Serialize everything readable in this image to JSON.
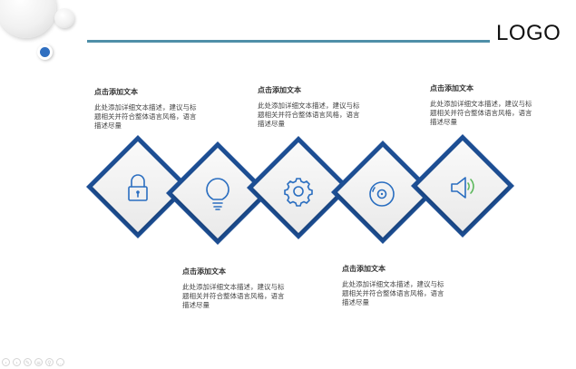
{
  "header": {
    "logo_text": "LOGO"
  },
  "items": [
    {
      "title": "点击添加文本",
      "desc": "此处添加详细文本描述，建议与标题相关并符合整体语言风格，语言描述尽量",
      "icon": "lock-icon"
    },
    {
      "title": "点击添加文本",
      "desc": "此处添加详细文本描述，建议与标题相关并符合整体语言风格，语言描述尽量",
      "icon": "lightbulb-icon"
    },
    {
      "title": "点击添加文本",
      "desc": "此处添加详细文本描述，建议与标题相关并符合整体语言风格，语言描述尽量",
      "icon": "gear-icon"
    },
    {
      "title": "点击添加文本",
      "desc": "此处添加详细文本描述，建议与标题相关并符合整体语言风格，语言描述尽量",
      "icon": "disc-icon"
    },
    {
      "title": "点击添加文本",
      "desc": "此处添加详细文本描述，建议与标题相关并符合整体语言风格，语言描述尽量",
      "icon": "speaker-icon"
    }
  ],
  "colors": {
    "accent_blue": "#1d4f95",
    "line": "#4f8fa8",
    "icon_blue": "#2a6ec0"
  }
}
